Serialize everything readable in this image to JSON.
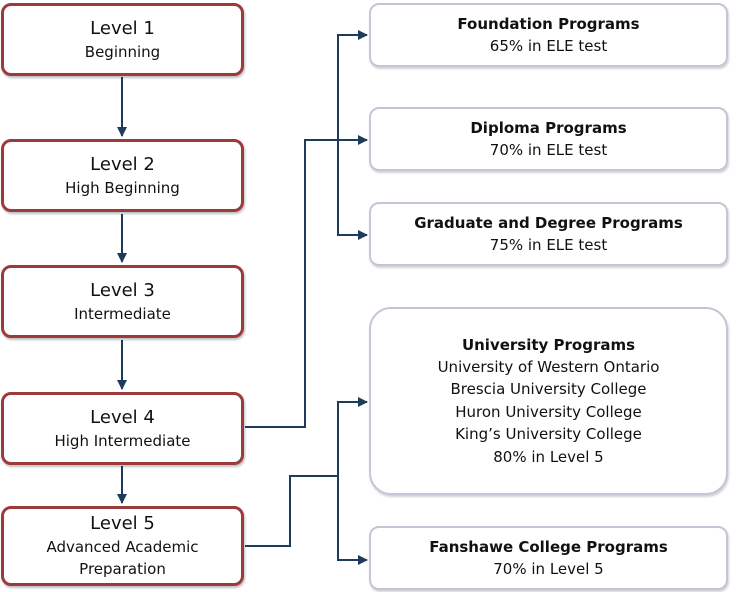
{
  "levels": [
    {
      "title": "Level 1",
      "subtitle_lines": [
        "Beginning"
      ]
    },
    {
      "title": "Level 2",
      "subtitle_lines": [
        "High Beginning"
      ]
    },
    {
      "title": "Level 3",
      "subtitle_lines": [
        "Intermediate"
      ]
    },
    {
      "title": "Level 4",
      "subtitle_lines": [
        "High Intermediate"
      ]
    },
    {
      "title": "Level 5",
      "subtitle_lines": [
        "Advanced Academic",
        "Preparation"
      ]
    }
  ],
  "programs": [
    {
      "title": "Foundation Programs",
      "lines": [
        "65% in ELE test"
      ]
    },
    {
      "title": "Diploma Programs",
      "lines": [
        "70% in ELE test"
      ]
    },
    {
      "title": "Graduate and Degree Programs",
      "lines": [
        "75% in ELE test"
      ]
    },
    {
      "title": "University Programs",
      "lines": [
        "University of Western Ontario",
        "Brescia University College",
        "Huron University College",
        "King’s University College",
        "80% in Level 5"
      ]
    },
    {
      "title": "Fanshawe College Programs",
      "lines": [
        "70% in Level 5"
      ]
    }
  ],
  "colors": {
    "level_border": "#9b3b3b",
    "program_border": "#c9c3d6",
    "connector": "#1f3b5c"
  }
}
